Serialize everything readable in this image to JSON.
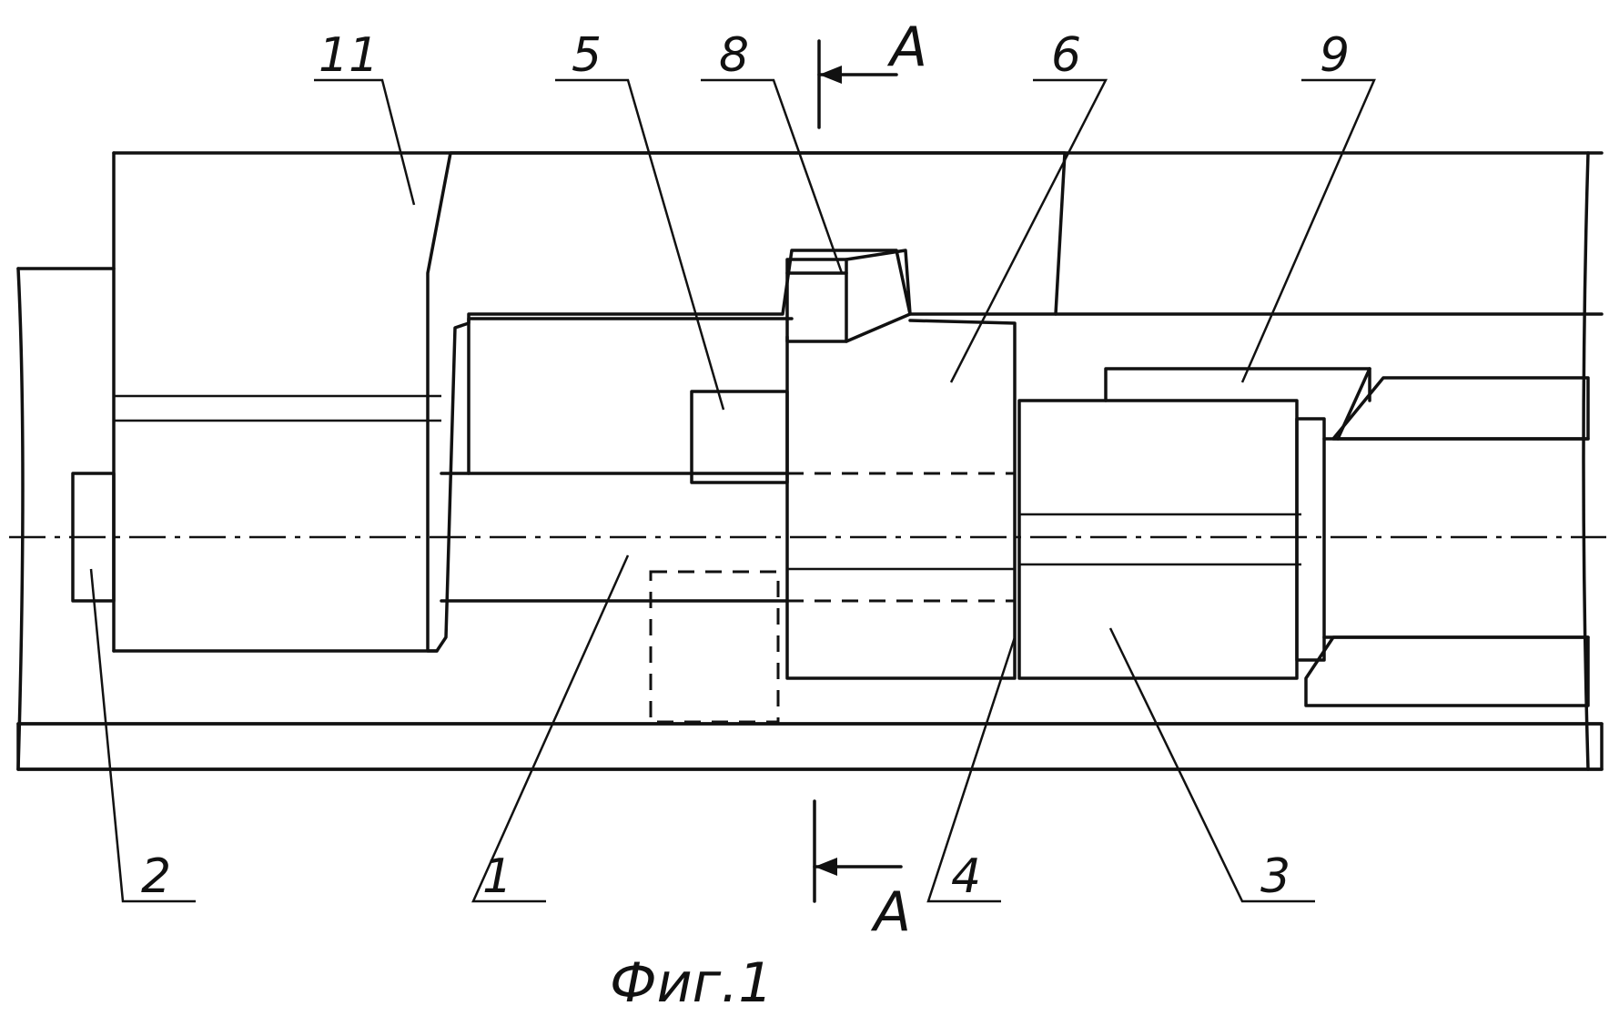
{
  "figure": {
    "caption": "Фиг.1",
    "section_mark": "A",
    "labels": {
      "l1": "1",
      "l2": "2",
      "l3": "3",
      "l4": "4",
      "l5": "5",
      "l6": "6",
      "l8": "8",
      "l9": "9",
      "l11": "11"
    }
  }
}
